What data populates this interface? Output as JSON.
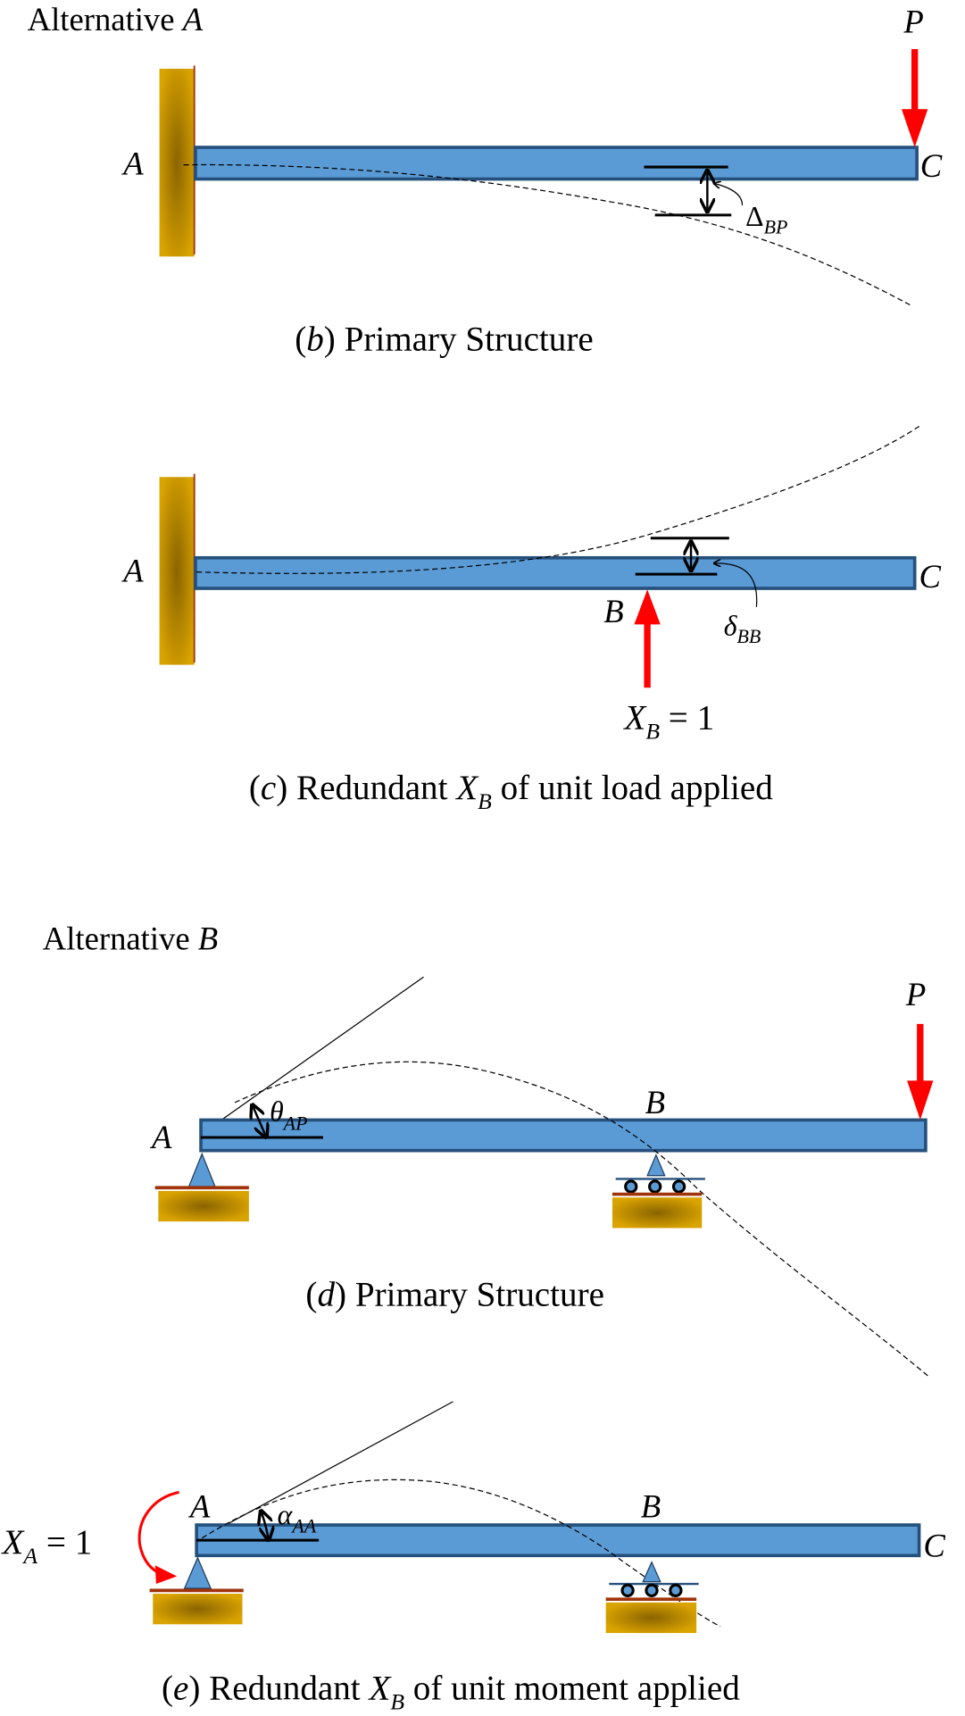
{
  "colors": {
    "beam_fill": "#5b9bd5",
    "beam_stroke": "#25507c",
    "load_arrow": "#ff0000",
    "support_ground": "#d4a000",
    "support_ground_dark": "#8a6400",
    "support_edge": "#a0330a"
  },
  "alternative_a": {
    "heading_text": "Alternative ",
    "heading_var": "A",
    "panel_b": {
      "node_a": "A",
      "node_c": "C",
      "load_label": "P",
      "deflection_symbol": "Δ",
      "deflection_sub": "BP",
      "caption_prefix": "(",
      "caption_letter": "b",
      "caption_suffix": ") Primary Structure"
    },
    "panel_c": {
      "node_a": "A",
      "node_b": "B",
      "node_c": "C",
      "deflection_symbol": "δ",
      "deflection_sub": "BB",
      "redundant_var": "X",
      "redundant_sub": "B",
      "redundant_value": " = 1",
      "caption_prefix": "(",
      "caption_letter": "c",
      "caption_mid": ") Redundant ",
      "caption_var": "X",
      "caption_sub": "B",
      "caption_suffix": " of unit load applied"
    }
  },
  "alternative_b": {
    "heading_text": "Alternative ",
    "heading_var": "B",
    "panel_d": {
      "node_a": "A",
      "node_b": "B",
      "load_label": "P",
      "rotation_symbol": "θ",
      "rotation_sub": "AP",
      "caption_prefix": "(",
      "caption_letter": "d",
      "caption_suffix": ") Primary Structure"
    },
    "panel_e": {
      "node_a": "A",
      "node_b": "B",
      "node_c": "C",
      "rotation_symbol": "α",
      "rotation_sub": "AA",
      "redundant_var": "X",
      "redundant_sub": "A",
      "redundant_value": " = 1",
      "caption_prefix": "(",
      "caption_letter": "e",
      "caption_mid": ") Redundant ",
      "caption_var": "X",
      "caption_sub": "B",
      "caption_suffix": " of unit moment applied"
    }
  }
}
